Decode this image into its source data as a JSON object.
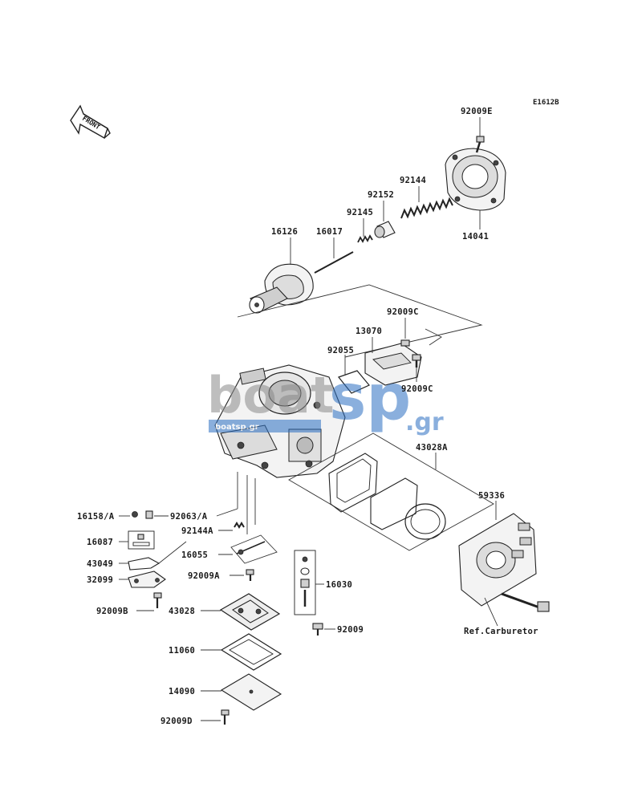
{
  "diagram_code": "E1612B",
  "front_label": "FRONT",
  "ref_note": "Ref.Carburetor",
  "watermark": {
    "brand_left": "boat",
    "brand_right": "sp",
    "brand_tld": ".gr",
    "domain": "boatsp.gr"
  },
  "parts": {
    "p92009E": "92009E",
    "p92144": "92144",
    "p92152": "92152",
    "p92145": "92145",
    "p16126": "16126",
    "p16017": "16017",
    "p14041": "14041",
    "p92009C_top": "92009C",
    "p13070": "13070",
    "p92055": "92055",
    "p92009C_bot": "92009C",
    "p43028A": "43028A",
    "p59336": "59336",
    "p16158A": "16158/A",
    "p92063A": "92063/A",
    "p16087": "16087",
    "p92144A": "92144A",
    "p43049": "43049",
    "p16055": "16055",
    "p32099": "32099",
    "p92009A": "92009A",
    "p16030": "16030",
    "p92009B": "92009B",
    "p43028": "43028",
    "p92009": "92009",
    "p11060": "11060",
    "p14090": "14090",
    "p92009D": "92009D"
  }
}
